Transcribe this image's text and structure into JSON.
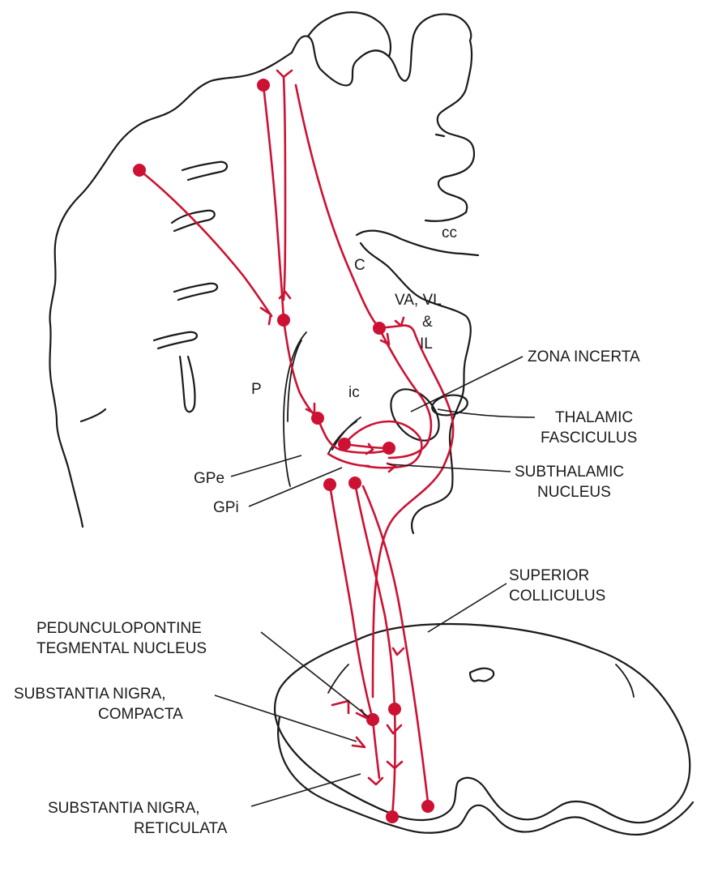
{
  "structure_labels": {
    "cc": "cc",
    "caudate": "C",
    "putamen": "P",
    "internal_capsule": "ic",
    "thalamus_line1": "VA, VL",
    "thalamus_line2": "&",
    "thalamus_line3": "IL",
    "gpe": "GPe",
    "gpi": "GPi"
  },
  "callouts": {
    "zona_incerta": "ZONA INCERTA",
    "thalamic_fasciculus_1": "THALAMIC",
    "thalamic_fasciculus_2": "FASCICULUS",
    "subthalamic_1": "SUBTHALAMIC",
    "subthalamic_2": "NUCLEUS",
    "superior_colliculus_1": "SUPERIOR",
    "superior_colliculus_2": "COLLICULUS",
    "pedunculopontine_1": "PEDUNCULOPONTINE",
    "pedunculopontine_2": "TEGMENTAL NUCLEUS",
    "snc_1": "SUBSTANTIA NIGRA,",
    "snc_2": "COMPACTA",
    "snr_1": "SUBSTANTIA NIGRA,",
    "snr_2": "RETICULATA"
  },
  "colors": {
    "pathway": "#cc1133",
    "outline": "#1a1a1a"
  }
}
